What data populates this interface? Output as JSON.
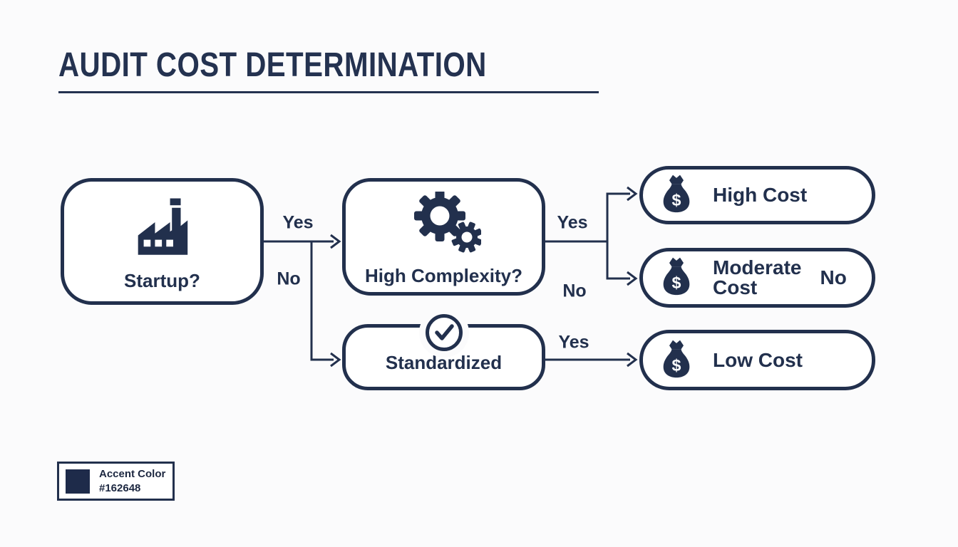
{
  "title": {
    "text": "AUDIT COST DETERMINATION"
  },
  "nodes": {
    "startup": {
      "label": "Startup?",
      "icon": "factory-icon"
    },
    "complexity": {
      "label": "High Complexity?",
      "icon": "gears-icon"
    },
    "standardized": {
      "label": "Standardized",
      "icon": "check-circle-icon"
    },
    "high_cost": {
      "label": "High Cost",
      "icon": "money-bag-icon"
    },
    "moderate_cost": {
      "label": "Moderate Cost",
      "icon": "money-bag-icon",
      "side_label": "No"
    },
    "low_cost": {
      "label": "Low Cost",
      "icon": "money-bag-icon"
    }
  },
  "edges": {
    "startup_yes": {
      "label": "Yes",
      "from": "Startup?",
      "to": "High Complexity?"
    },
    "startup_no": {
      "label": "No",
      "from": "Startup?",
      "to": "Standardized"
    },
    "complexity_yes": {
      "label": "Yes",
      "from": "High Complexity?",
      "to": "High Cost"
    },
    "complexity_no": {
      "label": "No",
      "from": "High Complexity?",
      "to": "Moderate Cost"
    },
    "standardized_yes": {
      "label": "Yes",
      "from": "Standardized",
      "to": "Low Cost"
    }
  },
  "legend": {
    "label": "Accent Color",
    "hex": "#162648"
  },
  "colors": {
    "accent": "#162648",
    "ink": "#22304d",
    "background": "#fbfbfc",
    "node_fill": "#ffffff"
  }
}
